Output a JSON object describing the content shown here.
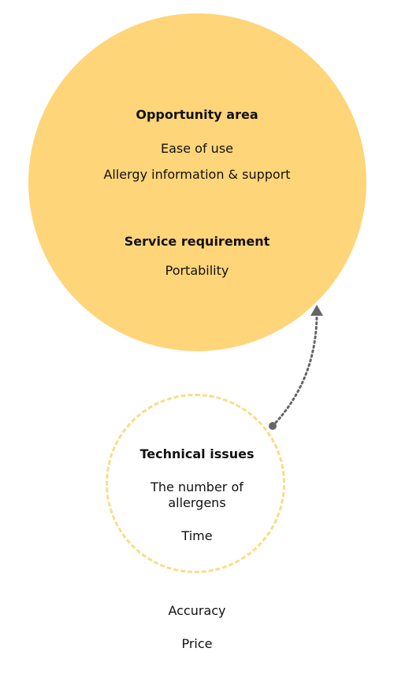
{
  "opportunity": {
    "heading": "Opportunity area",
    "items": [
      "Ease of use",
      "Allergy information & support"
    ]
  },
  "service": {
    "heading": "Service requirement",
    "items": [
      "Portability"
    ]
  },
  "technical": {
    "heading": "Technical issues",
    "items": [
      "The number of allergens",
      "Time"
    ]
  },
  "outside": {
    "items": [
      "Accuracy",
      "Price"
    ]
  },
  "colors": {
    "big_circle_fill": "#FFD57A",
    "small_circle_stroke": "#FBDC86",
    "connector": "#666666"
  }
}
